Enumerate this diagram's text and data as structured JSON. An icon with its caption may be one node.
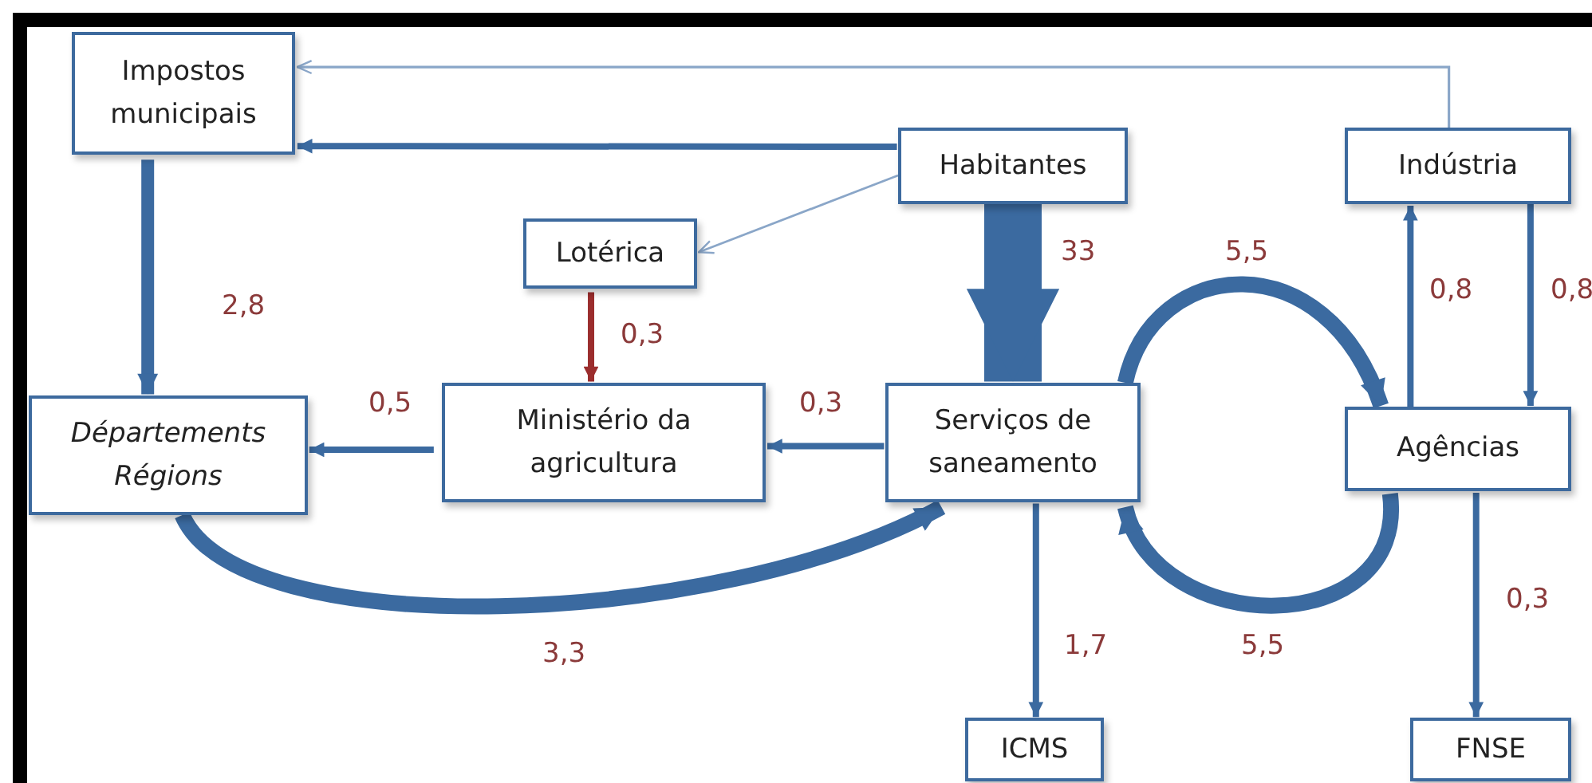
{
  "diagram": {
    "nodes": [
      {
        "text": [
          "Impostos municipais"
        ]
      },
      {
        "text": [
          "Habitantes"
        ]
      },
      {
        "text": [
          "Indústria"
        ]
      },
      {
        "text": [
          "Lotérica"
        ]
      },
      {
        "text": [
          "Départements Régions"
        ]
      },
      {
        "text": [
          "Ministério da agricultura"
        ]
      },
      {
        "text": [
          "Serviços de saneamento"
        ]
      },
      {
        "text": [
          "Agências"
        ]
      },
      {
        "text": [
          "ICMS"
        ]
      },
      {
        "text": [
          "FNSE"
        ]
      }
    ],
    "edges": [
      {
        "from": 2,
        "to": 0,
        "arrow": "to",
        "color": "#8aa6c8"
      },
      {
        "from": 1,
        "to": 0,
        "arrow": "to"
      },
      {
        "from": 1,
        "to": 3,
        "arrow": "to",
        "color": "#8aa6c8"
      },
      {
        "from": 1,
        "to": 6,
        "arrow": "to",
        "label": "33",
        "style": "thick"
      },
      {
        "from": 0,
        "to": 4,
        "arrow": "to",
        "label": "2,8",
        "style": "thick"
      },
      {
        "from": 3,
        "to": 5,
        "arrow": "to",
        "label": "0,3",
        "color": "#9b2d2d"
      },
      {
        "from": 6,
        "to": 5,
        "arrow": "to",
        "label": "0,3"
      },
      {
        "from": 5,
        "to": 4,
        "arrow": "to",
        "label": "0,5"
      },
      {
        "from": 4,
        "to": 6,
        "arrow": "to",
        "label": "3,3",
        "style": "thick"
      },
      {
        "from": 6,
        "to": 7,
        "arrow": "to",
        "label": "5,5",
        "style": "thick"
      },
      {
        "from": 7,
        "to": 6,
        "arrow": "to",
        "label": "5,5",
        "style": "thick"
      },
      {
        "from": 7,
        "to": 2,
        "arrow": "to",
        "label": "0,8"
      },
      {
        "from": 2,
        "to": 7,
        "arrow": "to",
        "label": "0,8"
      },
      {
        "from": 6,
        "to": 8,
        "arrow": "to",
        "label": "1,7"
      },
      {
        "from": 7,
        "to": 9,
        "arrow": "to",
        "label": "0,3"
      }
    ]
  }
}
